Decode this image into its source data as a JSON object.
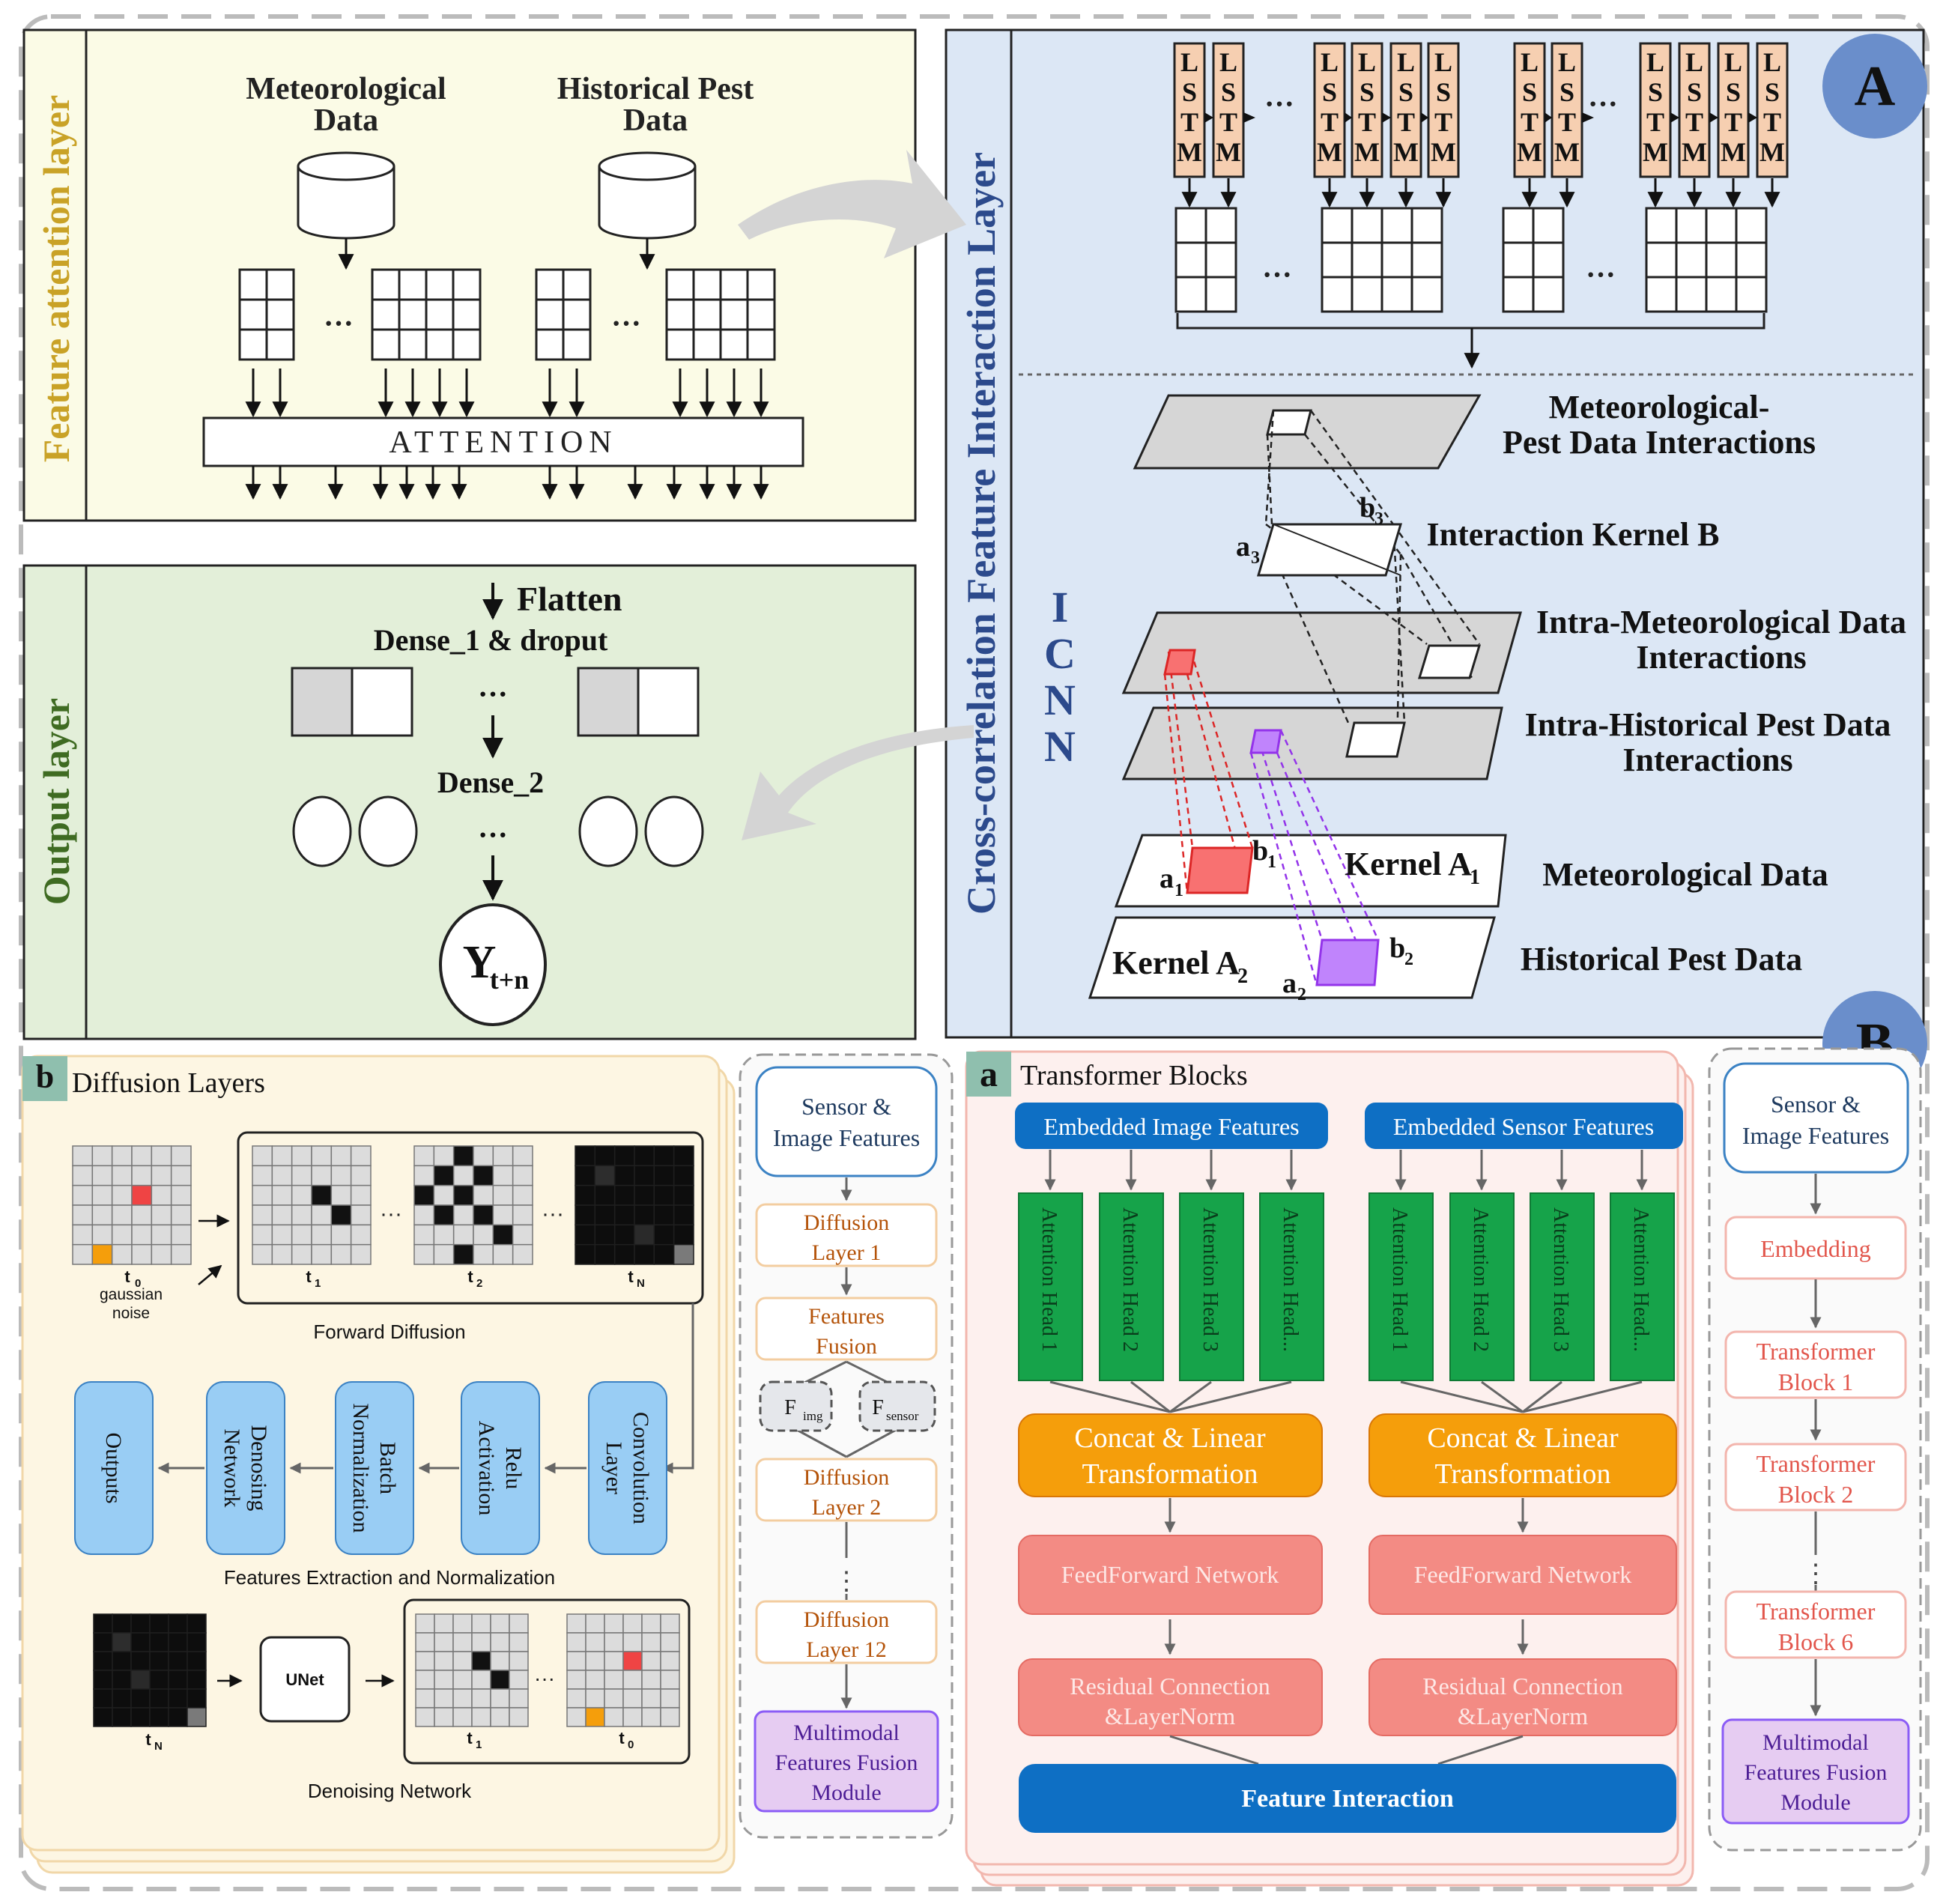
{
  "panel_badges": {
    "A": "A",
    "B": "B",
    "b": "b",
    "a": "a"
  },
  "feature_attention": {
    "vertical_label": "Feature attention layer",
    "source1": [
      "Meteorological",
      "Data"
    ],
    "source2": [
      "Historical Pest",
      "Data"
    ],
    "ellipsis": "···",
    "attention": "ATTENTION"
  },
  "output_layer": {
    "vertical_label": "Output layer",
    "flatten": "Flatten",
    "dense1": "Dense_1 & droput",
    "dense2": "Dense_2",
    "ellipsis": "···",
    "output": "Y",
    "output_sub": "t+n"
  },
  "icnn_panel": {
    "vertical_label": "Cross-correlation Feature Interaction Layer",
    "lstm_letters": [
      "L",
      "S",
      "T",
      "M"
    ],
    "icnn_letters": [
      "I",
      "C",
      "N",
      "N"
    ],
    "labels": {
      "met_pest": [
        "Meteorological-",
        "Pest Data Interactions"
      ],
      "kernel_b": "Interaction Kernel B",
      "intra_met": [
        "Intra-Meteorological Data",
        "Interactions"
      ],
      "intra_hist": [
        "Intra-Historical Pest Data",
        "Interactions"
      ],
      "met_data": "Meteorological Data",
      "hist_data": "Historical Pest Data",
      "kernel_a1": "Kernel A",
      "kernel_a1_sub": "1",
      "kernel_a2": "Kernel A",
      "kernel_a2_sub": "2"
    },
    "points": {
      "a1": "a",
      "a1_sub": "1",
      "b1": "b",
      "b1_sub": "1",
      "a2": "a",
      "a2_sub": "2",
      "b2": "b",
      "b2_sub": "2",
      "a3": "a",
      "a3_sub": "3",
      "b3": "b",
      "b3_sub": "3"
    }
  },
  "diffusion": {
    "title": "Diffusion Layers",
    "t0": "t",
    "t0_sub": "0",
    "noise": [
      "gaussian",
      "noise"
    ],
    "t1": "t",
    "t1_sub": "1",
    "t2": "t",
    "t2_sub": "2",
    "tN": "t",
    "tN_sub": "N",
    "forward": "Forward Diffusion",
    "steps": [
      [
        "Convolution",
        "Layer"
      ],
      [
        "Relu",
        "Activation"
      ],
      [
        "Batch",
        "Normalization"
      ],
      [
        "Denosing",
        "Network"
      ],
      [
        "Outputs"
      ]
    ],
    "extraction": "Features Extraction and Normalization",
    "unet": "UNet",
    "denoising": "Denoising Network",
    "flow": {
      "input": [
        "Sensor &",
        "Image Features"
      ],
      "layer1": [
        "Diffusion",
        "Layer 1"
      ],
      "fusion": [
        "Features",
        "Fusion"
      ],
      "f_img": "F",
      "f_img_sub": "img",
      "f_sensor": "F",
      "f_sensor_sub": "sensor",
      "layer2": [
        "Diffusion",
        "Layer 2"
      ],
      "dots": "⋮",
      "layer12": [
        "Diffusion",
        "Layer 12"
      ],
      "module": [
        "Multimodal",
        "Features Fusion",
        "Module"
      ]
    }
  },
  "transformer": {
    "title": "Transformer Blocks",
    "embedded_image": "Embedded Image Features",
    "embedded_sensor": "Embedded Sensor Features",
    "heads": [
      "Attention Head 1",
      "Attention Head 2",
      "Attention Head 3",
      "Attention Head..."
    ],
    "concat": [
      "Concat & Linear",
      "Transformation"
    ],
    "ffn": "FeedForward Network",
    "residual": [
      "Residual Connection",
      "&LayerNorm"
    ],
    "interaction": "Feature Interaction",
    "flow": {
      "input": [
        "Sensor &",
        "Image Features"
      ],
      "embedding": "Embedding",
      "block1": [
        "Transformer",
        "Block 1"
      ],
      "block2": [
        "Transformer",
        "Block 2"
      ],
      "dots": "⋮",
      "block6": [
        "Transformer",
        "Block 6"
      ],
      "module": [
        "Multimodal",
        "Features Fusion",
        "Module"
      ]
    }
  },
  "colors": {
    "attention_bg": "#fbfbe6",
    "output_bg": "#e3efd9",
    "icnn_bg": "#dce7f5",
    "diffusion_bg": "#fdf6e3",
    "transformer_bg": "#fdf0ee",
    "lstm": "#f6cfb1",
    "blue_bar": "#0e6fc4",
    "green_head": "#16a34a",
    "orange": "#f59e0b",
    "salmon": "#f38b84",
    "purple": "#e6ccf2",
    "light_blue": "#99cdf4",
    "red_cell": "#ef4444",
    "orange_cell": "#f59e0b",
    "kernel_red": "#f87171",
    "kernel_purple": "#c084fc"
  }
}
